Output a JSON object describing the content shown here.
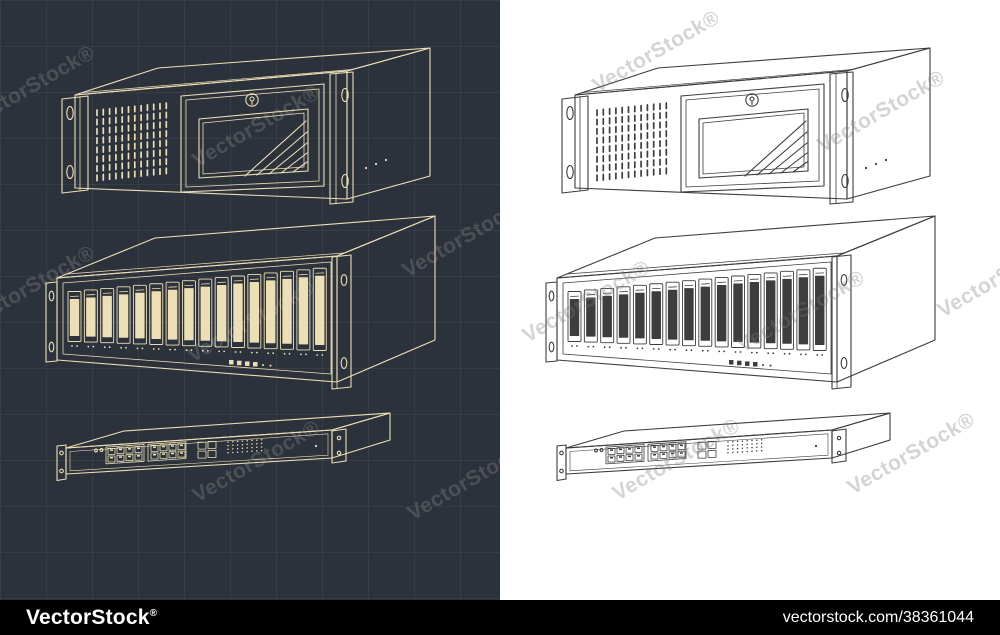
{
  "watermark": {
    "text": "VectorStock®"
  },
  "footer": {
    "brand": "VectorStock",
    "brand_reg": "®",
    "url": "vectorstock.com/38361044"
  },
  "colors": {
    "dark_panel_bg": "#2c323b",
    "dark_panel_line": "#ecdfb6",
    "light_panel_bg": "#ffffff",
    "light_panel_line": "#3d3d3d",
    "footer_bg": "#000000",
    "footer_text": "#ffffff",
    "watermark_on_dark": "rgba(235,230,212,0.17)",
    "watermark_on_light": "rgba(125,125,125,0.33)"
  }
}
